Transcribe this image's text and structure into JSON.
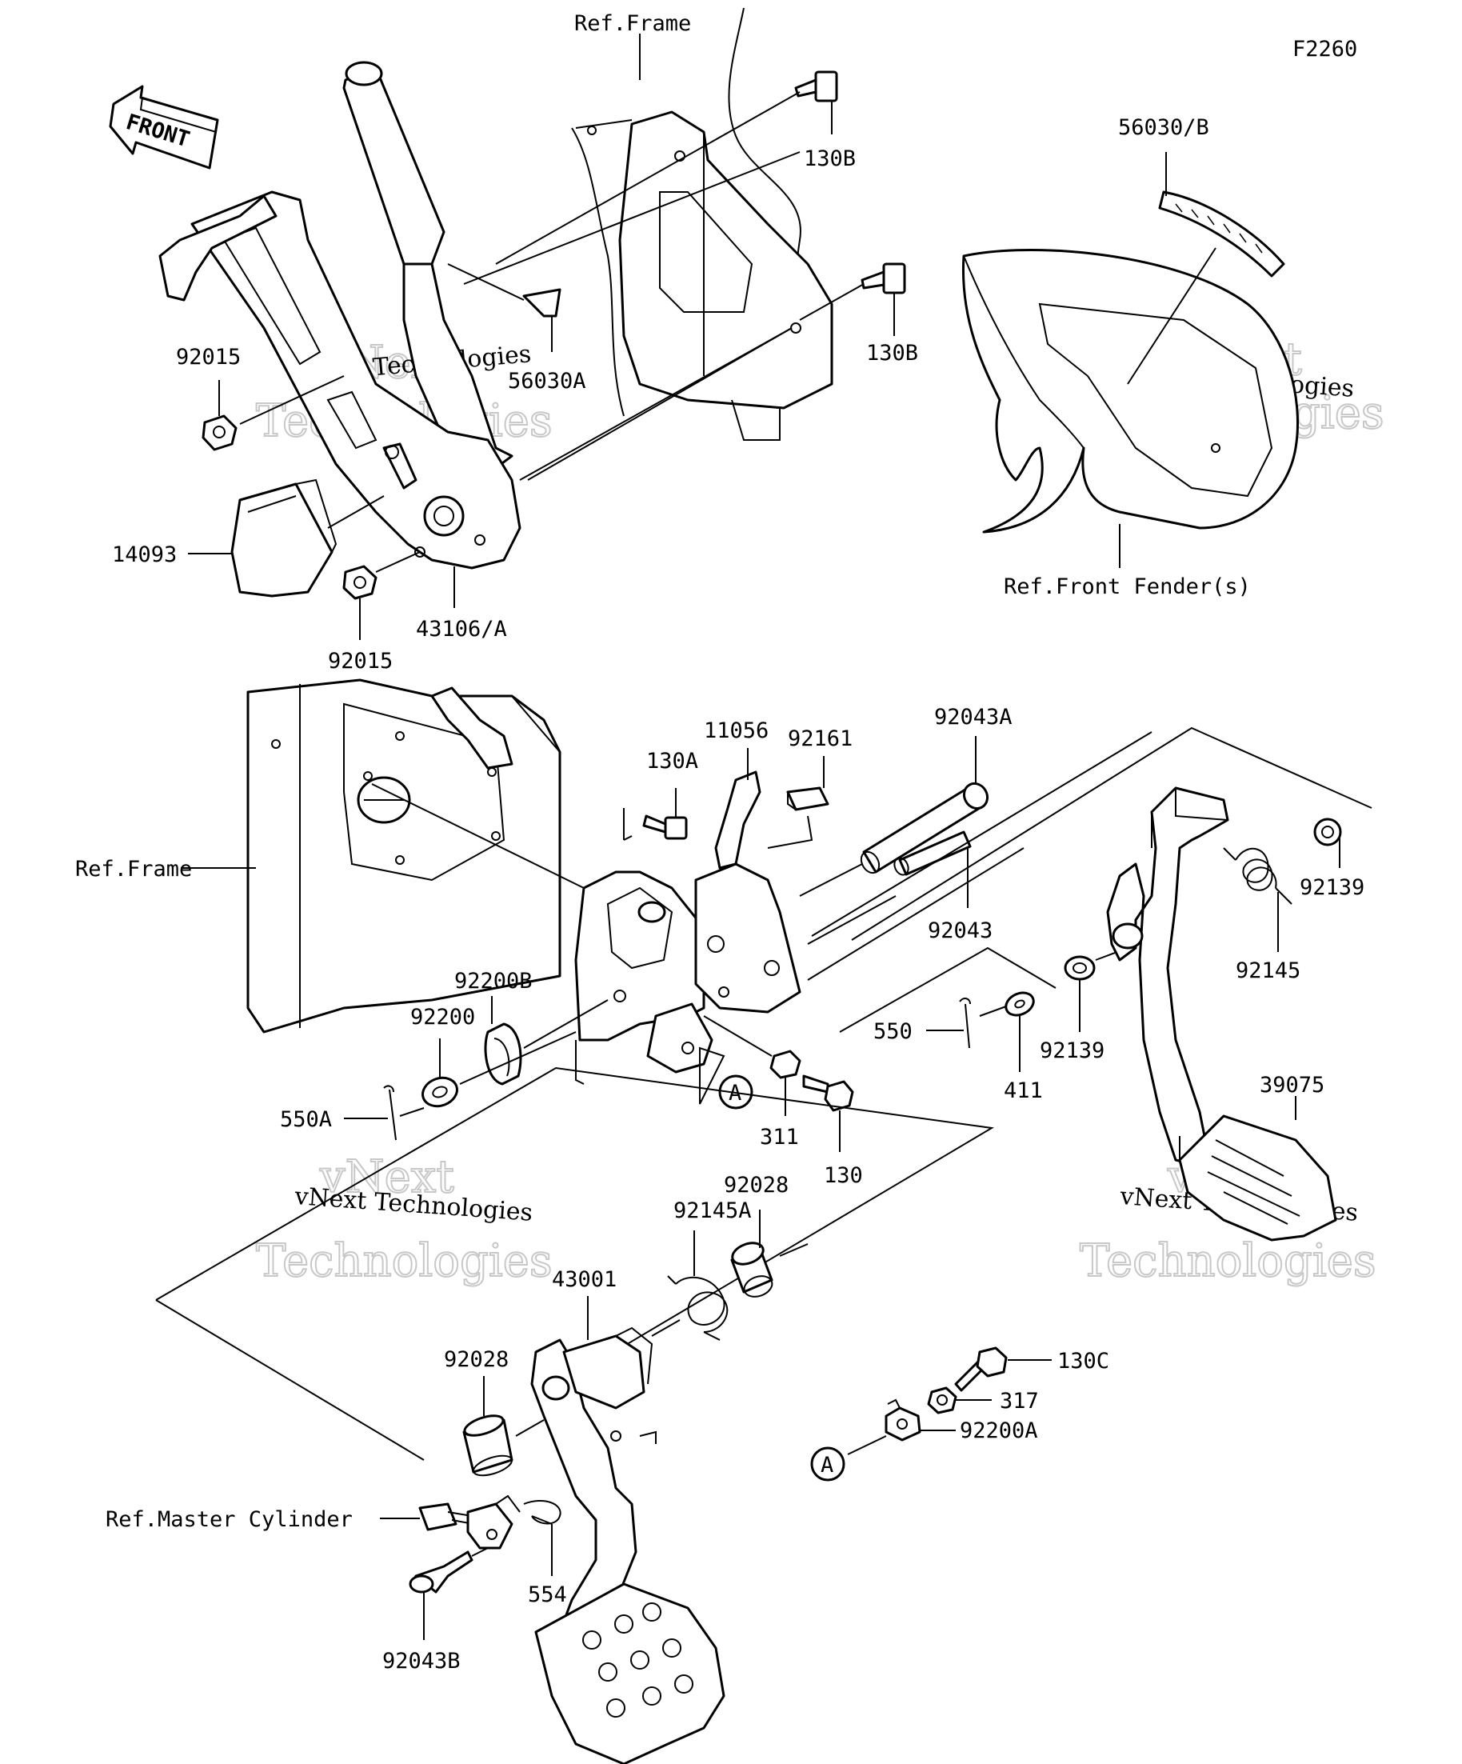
{
  "diagram_id": "F2260",
  "watermark": {
    "line1": "vNext Technologies",
    "line2": "vNext",
    "line3": "Technologies"
  },
  "labels": {
    "ref_frame_top": "Ref.Frame",
    "ref_frame_left": "Ref.Frame",
    "ref_front_fender": "Ref.Front Fender(s)",
    "ref_master_cylinder": "Ref.Master Cylinder",
    "front_arrow": "FRONT",
    "p130B_a": "130B",
    "p130B_b": "130B",
    "p56030B": "56030/B",
    "p56030A": "56030A",
    "p92015_a": "92015",
    "p92015_b": "92015",
    "p14093": "14093",
    "p43106A": "43106/A",
    "p11056": "11056",
    "p92161": "92161",
    "p92043A": "92043A",
    "p130A": "130A",
    "p92043": "92043",
    "p92139_a": "92139",
    "p92139_b": "92139",
    "p92145": "92145",
    "p92200B": "92200B",
    "p92200": "92200",
    "p550A": "550A",
    "p550": "550",
    "p411": "411",
    "p311": "311",
    "p130": "130",
    "p39075": "39075",
    "pA_1": "A",
    "pA_2": "A",
    "p92028_a": "92028",
    "p92145A": "92145A",
    "p43001": "43001",
    "p92028_b": "92028",
    "p130C": "130C",
    "p317": "317",
    "p92200A": "92200A",
    "p554": "554",
    "p92043B": "92043B"
  }
}
